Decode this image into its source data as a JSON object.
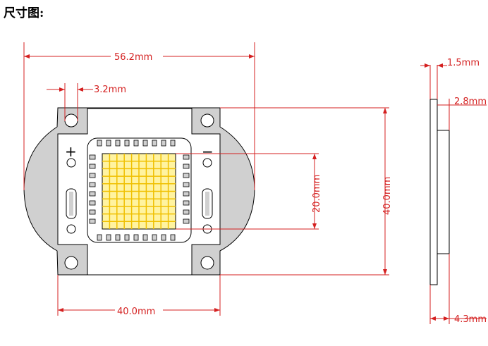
{
  "title": "尺寸图:",
  "dimensions": {
    "overall_width": "56.2mm",
    "hole_offset": "3.2mm",
    "inner_height": "20.0mm",
    "outer_height": "40.0mm",
    "base_width": "40.0mm",
    "side_thickness_1": "1.5mm",
    "side_thickness_2": "2.8mm",
    "side_thickness_3": "4.3mm"
  },
  "polarity": {
    "plus": "+",
    "minus": "−"
  },
  "colors": {
    "dimension": "#d42020",
    "board": "#d0d0d0",
    "led": "#fff3a0",
    "led_grid": "#f0c000"
  }
}
